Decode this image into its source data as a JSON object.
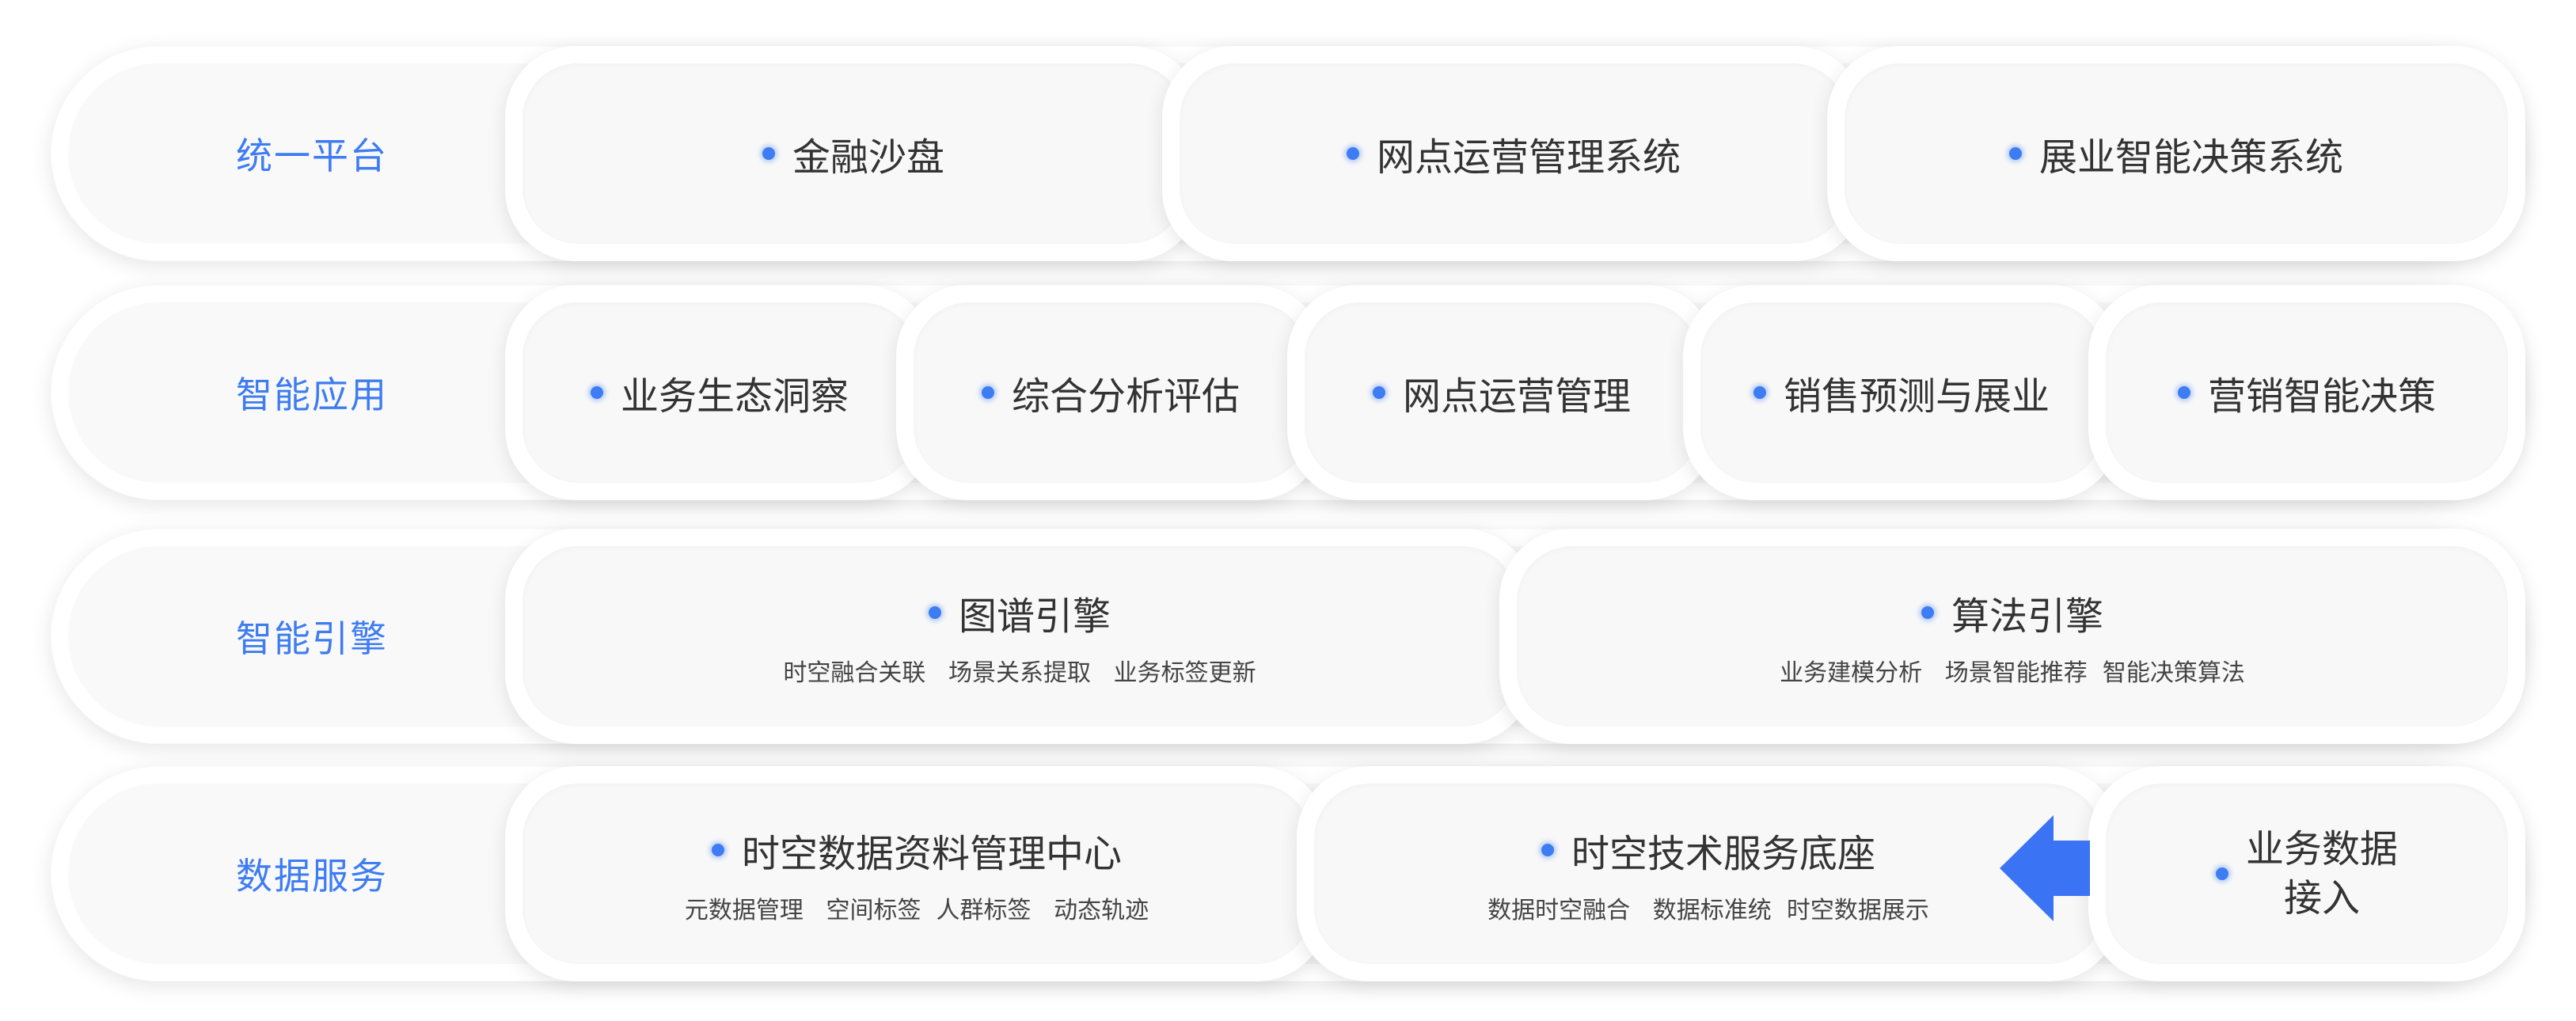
{
  "colors": {
    "accent": "#3d7cf2",
    "text": "#333333",
    "arrow": "#3b73f5"
  },
  "rows": [
    {
      "label": "统一平台",
      "cards": [
        {
          "title": "金融沙盘"
        },
        {
          "title": "网点运营管理系统"
        },
        {
          "title": "展业智能决策系统"
        }
      ]
    },
    {
      "label": "智能应用",
      "cards": [
        {
          "title": "业务生态洞察"
        },
        {
          "title": "综合分析评估"
        },
        {
          "title": "网点运营管理"
        },
        {
          "title": "销售预测与展业"
        },
        {
          "title": "营销智能决策"
        }
      ]
    },
    {
      "label": "智能引擎",
      "cards": [
        {
          "title": "图谱引擎",
          "sub": "时空融合关联   场景关系提取   业务标签更新"
        },
        {
          "title": "算法引擎",
          "sub": "业务建模分析   场景智能推荐  智能决策算法"
        }
      ]
    },
    {
      "label": "数据服务",
      "cards": [
        {
          "title": "时空数据资料管理中心",
          "sub": "元数据管理   空间标签  人群标签   动态轨迹"
        },
        {
          "title": "时空技术服务底座",
          "sub": "数据时空融合   数据标准统  时空数据展示"
        },
        {
          "title_line1": "业务数据",
          "title_line2": "接入"
        }
      ]
    }
  ],
  "arrow_icon": "arrow-left-icon"
}
